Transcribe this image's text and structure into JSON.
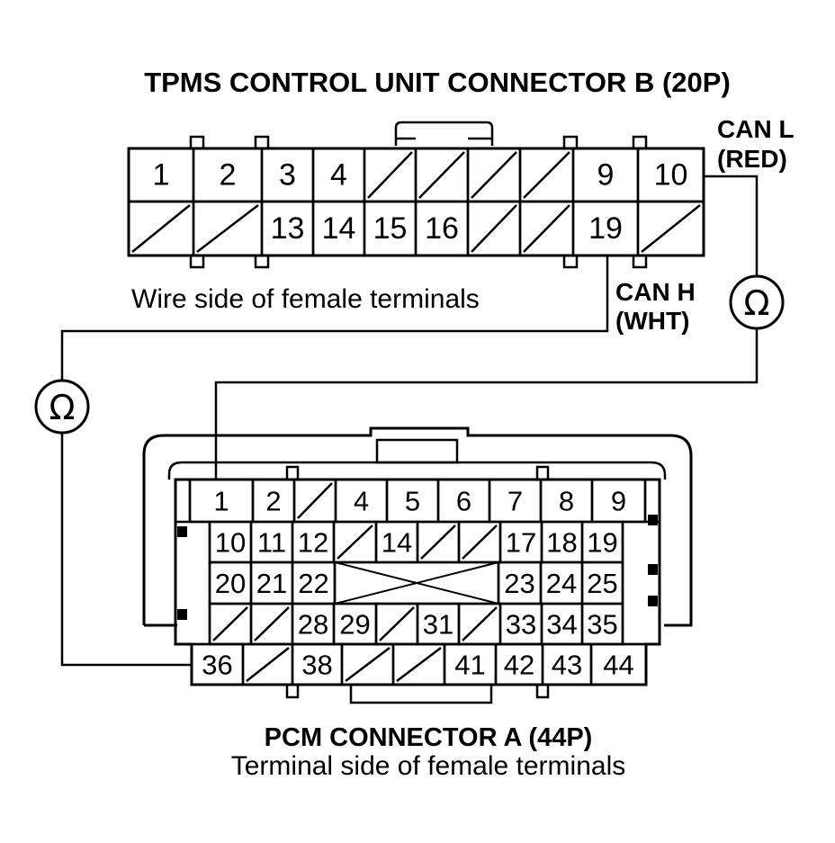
{
  "connector_b": {
    "title": "TPMS CONTROL UNIT CONNECTOR B (20P)",
    "subtitle": "Wire side of female terminals",
    "row1": [
      "1",
      "2",
      "3",
      "4",
      "",
      "",
      "",
      "",
      "9",
      "10"
    ],
    "row2": [
      "",
      "",
      "13",
      "14",
      "15",
      "16",
      "",
      "",
      "19",
      ""
    ]
  },
  "connector_a": {
    "title": "PCM CONNECTOR A (44P)",
    "subtitle": "Terminal side of female terminals",
    "row1": [
      "1",
      "2",
      "",
      "4",
      "5",
      "6",
      "7",
      "8",
      "9"
    ],
    "row2": [
      "10",
      "11",
      "12",
      "",
      "14",
      "",
      "",
      "17",
      "18",
      "19"
    ],
    "row3": [
      "20",
      "21",
      "22",
      "23",
      "24",
      "25"
    ],
    "row4": [
      "",
      "",
      "28",
      "29",
      "",
      "31",
      "",
      "33",
      "34",
      "35"
    ],
    "row5": [
      "36",
      "",
      "38",
      "",
      "",
      "41",
      "42",
      "43",
      "44"
    ]
  },
  "wires": {
    "can_l": "CAN L",
    "can_l_color": "(RED)",
    "can_h": "CAN H",
    "can_h_color": "(WHT)"
  },
  "meter_symbol": "Ω"
}
